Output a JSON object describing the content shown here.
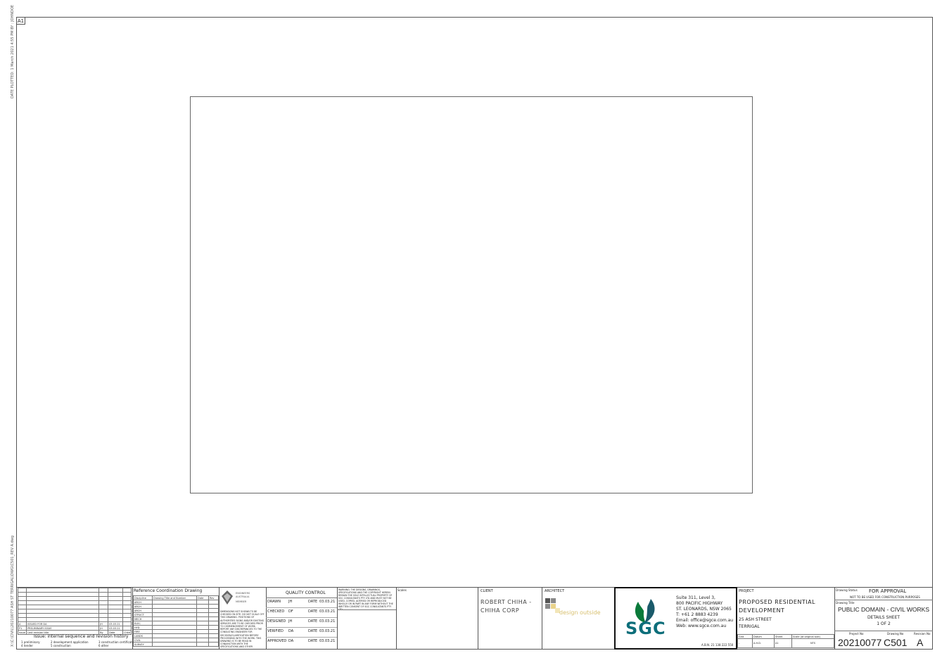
{
  "sheet_size": "A1",
  "side_note_top": "DATE PLOTTED: 1 March 2021 4:55 PM BY : JOHNDOE",
  "side_note_bottom": "X:\\C:\\CIVIL\\20210077 ASH ST TERRIGAL\\DWG\\C501_REV A.dwg",
  "revisions": {
    "rows": [
      {
        "issue": "A",
        "description": "ISSUED FOR DA",
        "by": "JH",
        "date": "03.03.21"
      },
      {
        "issue": "P1",
        "description": "PRELIMINARY ISSUE",
        "by": "JH",
        "date": "03.03.21"
      }
    ],
    "header": {
      "issue": "Issue",
      "description": "Last revision title",
      "by": "By",
      "date": "Date",
      "chkd": "Chkd"
    },
    "caption": "Issue: internal sequence and revision history",
    "codes": [
      "1 preliminary",
      "2 development application",
      "3 construction certificate",
      "4 tender",
      "5 construction",
      "6 other"
    ]
  },
  "reference": {
    "title": "Reference Coordination Drawing",
    "headers": [
      "Discipline",
      "Drawing Title and Number",
      "Date",
      "Rev"
    ],
    "disciplines": [
      "ARCH",
      "ARCH",
      "ARCH",
      "STRUCT",
      "MECH",
      "ELEC",
      "HYD",
      "FIRE",
      "LANDS",
      "CIVIL",
      "SURVEY"
    ]
  },
  "engineers_logo_text": [
    "ENGINEERS",
    "AUSTRALIA",
    "MEMBER"
  ],
  "dims_note": "DIMENSIONS NOT SHOWN TO BE CHECKED ON SITE. DO NOT SCALE OFF THIS DRAWING. POSITIONS OF AUTHORITIES SIGNS AND/OR EXISTING SERVICES ARE TO BE CHECKED PRIOR TO COMMENCEMENT OF WORK. REPORT ANY DISCREPANCIES TO THE CONSULTING ENGINEER FOR DECISION/CLARIFICATION BEFORE PROCEEDING WITH THE WORK. THIS DRAWING IS TO BE READ IN CONJUNCTION WITH THE SPECIFICATIONS AND OTHER CONSULTANTS' DRAWINGS.",
  "quality_control": {
    "title": "QUALITY CONTROL",
    "rows": [
      {
        "role": "DRAWN",
        "initials": "JH",
        "date_label": "DATE",
        "date": "03.03.21"
      },
      {
        "role": "CHECKED",
        "initials": "DF",
        "date_label": "DATE",
        "date": "03.03.21"
      },
      {
        "role": "DESIGNED",
        "initials": "JH",
        "date_label": "DATE",
        "date": "03.03.21"
      },
      {
        "role": "VERIFIED",
        "initials": "DA",
        "date_label": "DATE",
        "date": "03.03.21"
      },
      {
        "role": "APPROVED",
        "initials": "DA",
        "date_label": "DATE",
        "date": "03.03.21"
      }
    ]
  },
  "warning": "WARNING: THE DESIGNS, DRAWINGS, SPECIFICATIONS AND THE COPYRIGHT HEREIN REMAIN THE SOLE INTELLECTUAL PROPERTY OF SGC CONSULTANTS PTY LTD AND MUST NOT BE USED, COPIED, ALTERED OR REPRODUCED WHOLLY OR IN PART IN ANY FORM WITHOUT THE WRITTEN CONSENT OF SGC CONSULTANTS PTY LTD",
  "scales_label": "Scales",
  "client": {
    "label": "CLIENT",
    "line1": "ROBERT CHIHA -",
    "line2": "CHIHA CORP"
  },
  "architect": {
    "label": "ARCHITECT",
    "logo_text": "design outside"
  },
  "sgc": {
    "logo": "SGC",
    "address": [
      "Suite 311, Level 3,",
      "800 PACIFIC HIGHWAY",
      "ST. LEONARDS, NSW 2065",
      "T: +61 2 8883 4239",
      "Email: office@sgce.com.au",
      "Web: www.sgce.com.au"
    ],
    "abn": "A.B.N. 21 138 222 550"
  },
  "project": {
    "label": "PROJECT",
    "line1": "PROPOSED RESIDENTIAL",
    "line2": "DEVELOPMENT",
    "line3": "25 ASH STREET",
    "line4": "TERRIGAL"
  },
  "grid_meta": {
    "headers": [
      "Grid",
      "Datum",
      "Sheet",
      "Scale (at original size)"
    ],
    "values": [
      "-",
      "A.H.D.",
      "A1",
      "NTS"
    ]
  },
  "drawing": {
    "status_label": "Drawing Status",
    "status": "FOR APPROVAL",
    "status_note": "NOT TO BE USED FOR CONSTRUCTION PURPOSES",
    "title_label": "Drawing Title",
    "title1": "PUBLIC DOMAIN - CIVIL WORKS",
    "title2": "DETAILS SHEET",
    "title3": "1 OF 2",
    "project_no_label": "Project No",
    "drawing_no_label": "Drawing No",
    "revision_no_label": "Revision No",
    "project_no": "20210077",
    "drawing_no": "C501",
    "revision_no": "A"
  }
}
